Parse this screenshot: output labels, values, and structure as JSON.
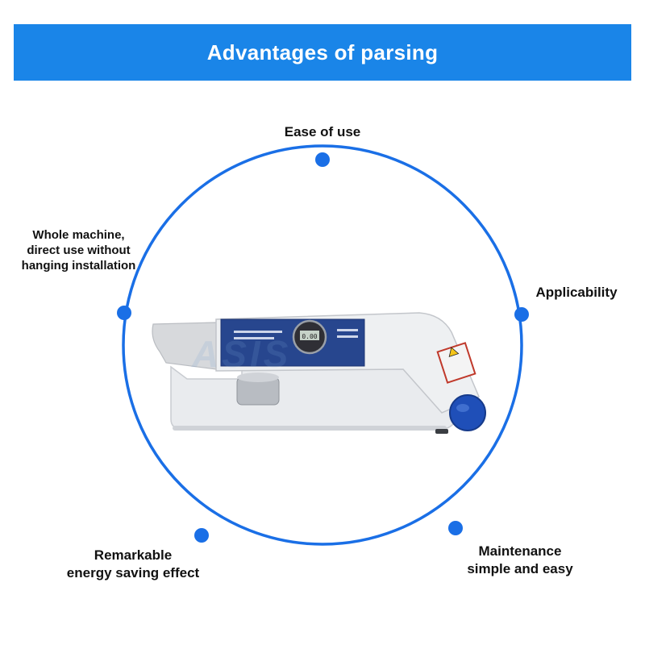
{
  "header": {
    "title": "Advantages of parsing"
  },
  "diagram": {
    "ring_color": "#1a6fe6",
    "accent_color": "#1a85e8",
    "nodes": [
      {
        "id": "top",
        "lines": [
          "Ease of use"
        ]
      },
      {
        "id": "upper-left",
        "lines": [
          "Whole machine,",
          "direct use without",
          "hanging installation"
        ]
      },
      {
        "id": "right",
        "lines": [
          "Applicability"
        ]
      },
      {
        "id": "lower-left",
        "lines": [
          "Remarkable",
          "energy saving effect"
        ]
      },
      {
        "id": "lower-right",
        "lines": [
          "Maintenance",
          "simple and easy"
        ]
      }
    ]
  },
  "product": {
    "image_name": "leather-softness-tester",
    "watermark": "ASIS",
    "display_reading": "0.00"
  }
}
